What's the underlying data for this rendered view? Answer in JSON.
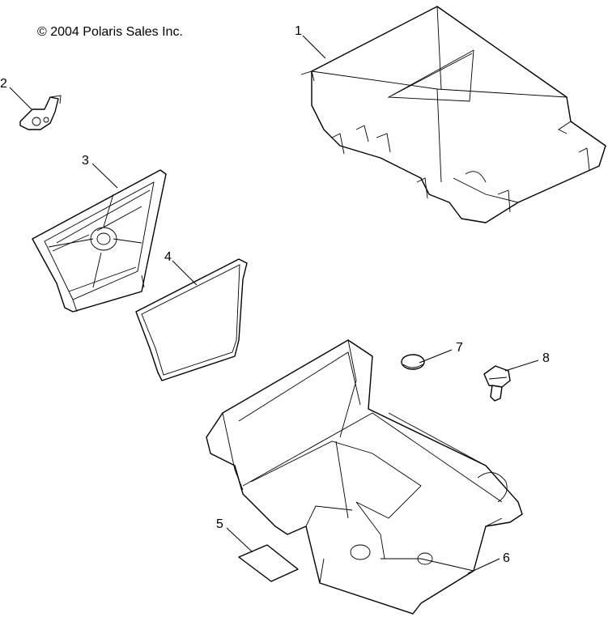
{
  "copyright": "© 2004 Polaris Sales Inc.",
  "callouts": [
    "1",
    "2",
    "3",
    "4",
    "5",
    "6",
    "7",
    "8"
  ]
}
